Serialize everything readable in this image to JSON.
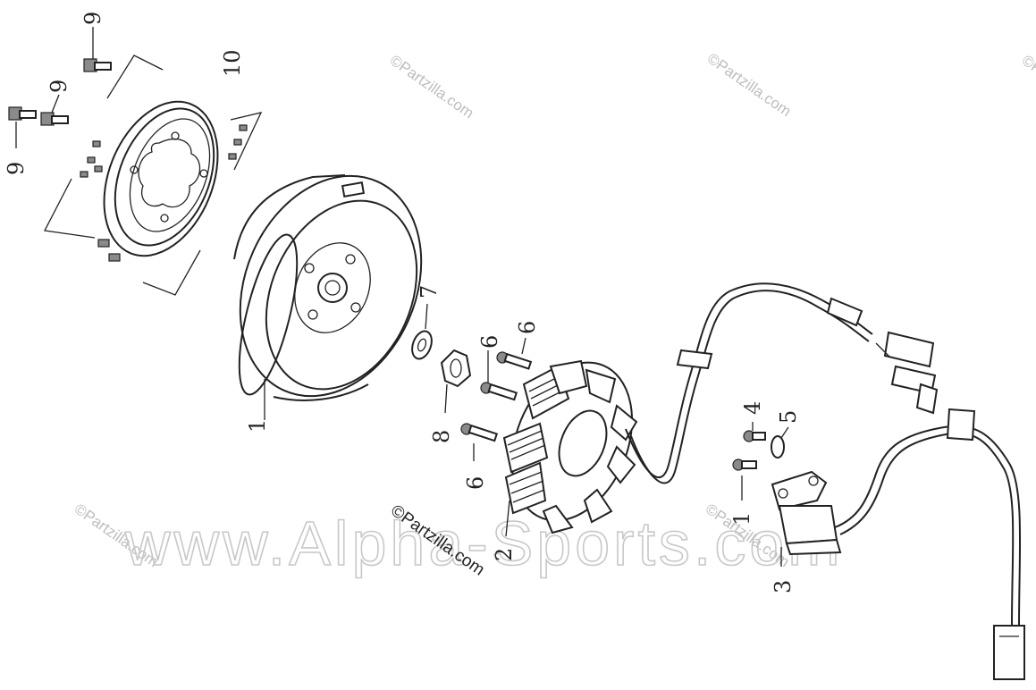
{
  "diagram": {
    "callouts": {
      "c1": "1",
      "c2": "2",
      "c3": "3",
      "c4": "4",
      "c5": "5",
      "c6a": "6",
      "c6b": "6",
      "c6c": "6",
      "c7": "7",
      "c8": "8",
      "c9a": "9",
      "c9b": "9",
      "c9c": "9",
      "c10": "10",
      "c1b": "1"
    }
  },
  "watermarks": {
    "partzilla_small": "©Partzilla.com",
    "partzilla_center": "©Partzilla.com",
    "site": "www.Alpha-Sports.com"
  }
}
